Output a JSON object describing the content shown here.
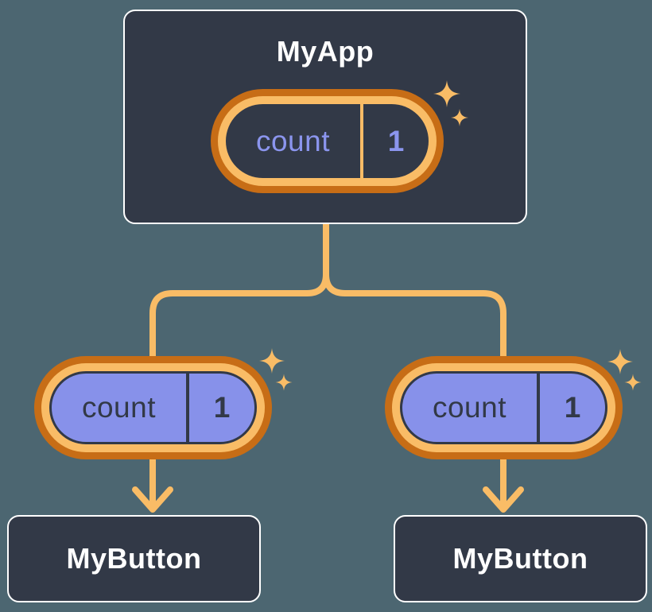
{
  "diagram": {
    "description": "Component tree with state passed from parent to children",
    "parent": {
      "title": "MyApp",
      "state": {
        "label": "count",
        "value": "1"
      }
    },
    "children": [
      {
        "title": "MyButton",
        "state": {
          "label": "count",
          "value": "1"
        }
      },
      {
        "title": "MyButton",
        "state": {
          "label": "count",
          "value": "1"
        }
      }
    ],
    "icons": {
      "sparkle": "sparkle-icon",
      "arrow": "arrow-down-icon"
    },
    "colors": {
      "background": "#4C6671",
      "node_fill": "#323947",
      "node_border": "#FFFFFF",
      "node_text": "#FFFFFF",
      "ring_outer_orange": "#C76D16",
      "ring_inner_orange": "#F9BC66",
      "connector_orange": "#F9BC66",
      "sparkle_orange": "#F9BC66",
      "parent_state_text_purple": "#8B95EE",
      "child_state_fill_purple": "#8791EA",
      "child_state_text_dark": "#323947"
    }
  }
}
